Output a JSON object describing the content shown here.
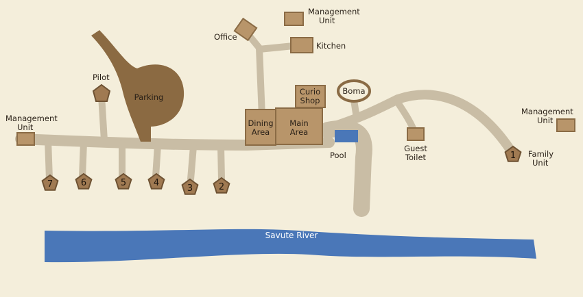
{
  "labels": {
    "management_unit_top": [
      "Management",
      "Unit"
    ],
    "kitchen": "Kitchen",
    "office": "Office",
    "pilot": "Pilot",
    "parking": "Parking",
    "management_unit_left": [
      "Management",
      "Unit"
    ],
    "dining_area": [
      "Dining",
      "Area"
    ],
    "main_area": [
      "Main",
      "Area"
    ],
    "curio_shop": [
      "Curio",
      "Shop"
    ],
    "boma": "Boma",
    "pool": "Pool",
    "guest_toilet": [
      "Guest",
      "Toilet"
    ],
    "management_unit_right": [
      "Management",
      "Unit"
    ],
    "family_unit": [
      "Family",
      "Unit"
    ],
    "river": "Savute River"
  },
  "units": [
    "1",
    "2",
    "3",
    "4",
    "5",
    "6",
    "7"
  ],
  "colors": {
    "background": "#f4eedb",
    "path": "#c9bda5",
    "building": "#b8956a",
    "parking": "#8b6a42",
    "water": "#4a77b8"
  }
}
